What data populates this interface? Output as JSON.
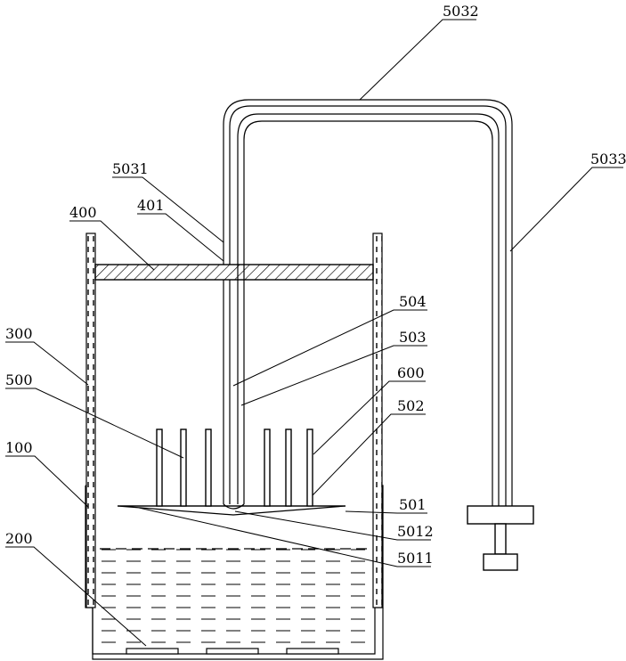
{
  "labels": {
    "l5032": "5032",
    "l5031": "5031",
    "l5033": "5033",
    "l400": "400",
    "l401": "401",
    "l504": "504",
    "l503": "503",
    "l300": "300",
    "l600": "600",
    "l500": "500",
    "l502": "502",
    "l100": "100",
    "l501": "501",
    "l5012": "5012",
    "l200": "200",
    "l5011": "5011"
  }
}
